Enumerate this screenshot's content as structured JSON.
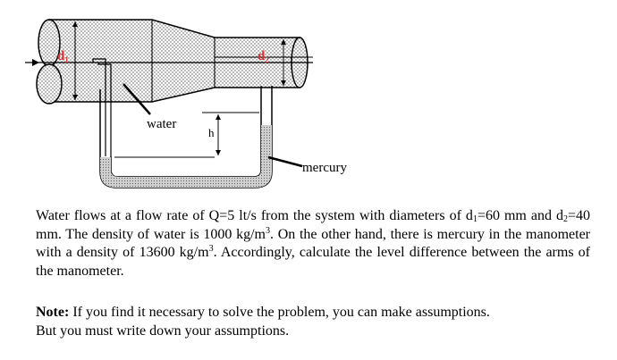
{
  "diagram": {
    "label_d1": "d",
    "label_d1_sub": "1",
    "label_d2": "d",
    "label_d2_sub": "2",
    "label_water": "water",
    "label_h": "h",
    "label_mercury": "mercury",
    "colors": {
      "diameter_label": "#e03030",
      "stroke": "#000000",
      "fluid_fill": "#c8c8c8"
    }
  },
  "problem": {
    "p1": "Water flows at a flow rate of Q=5 lt/s from the system with diameters of d",
    "p1_sub": "1",
    "p2": "=60 mm and d",
    "p2_sub": "2",
    "p3": "=40 mm. The density of water is 1000 kg/m",
    "p3_sup": "3",
    "p4": ". On the other hand, there is mercury in the manometer with a density of 13600 kg/m",
    "p4_sup": "3",
    "p5": ". Accordingly, calculate the level difference between the arms of the manometer."
  },
  "note": {
    "label": "Note:",
    "line1": " If you find it necessary to solve the problem, you can make assumptions.",
    "line2": "But you must write down your assumptions."
  }
}
